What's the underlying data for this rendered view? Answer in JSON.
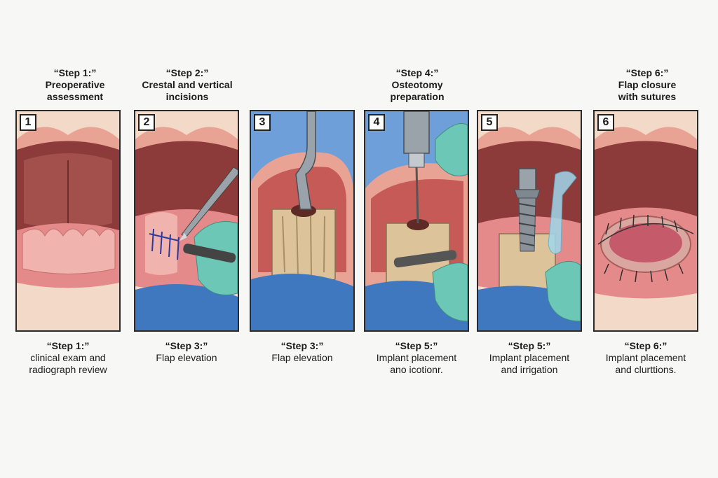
{
  "top_captions": [
    {
      "panel": 1,
      "title": "“Step 1:”",
      "lines": [
        "Preoperative",
        "assessment"
      ]
    },
    {
      "panel": 2,
      "title": "“Step 2:”",
      "lines": [
        "Crestal and vertical",
        "incisions"
      ]
    },
    {
      "panel": 4,
      "title": "“Step 4:”",
      "lines": [
        "Osteotomy",
        "preparation"
      ]
    },
    {
      "panel": 6,
      "title": "“Step 6:”",
      "lines": [
        "Flap closure",
        "with sutures"
      ]
    }
  ],
  "panels": [
    {
      "number": "1"
    },
    {
      "number": "2"
    },
    {
      "number": "3"
    },
    {
      "number": "4"
    },
    {
      "number": "5"
    },
    {
      "number": "6"
    }
  ],
  "bottom_captions": [
    {
      "title": "“Step 1:”",
      "lines": [
        "clinical exam and",
        "radiograph review"
      ]
    },
    {
      "title": "“Step 3:”",
      "lines": [
        "Flap elevation"
      ]
    },
    {
      "title": "“Step 3:”",
      "lines": [
        "Flap elevation"
      ]
    },
    {
      "title": "“Step 5:”",
      "lines": [
        "Implant placement",
        "ano icotionr."
      ]
    },
    {
      "title": "“Step 5:”",
      "lines": [
        "Implant placement",
        "and irrigation"
      ]
    },
    {
      "title": "“Step 6:”",
      "lines": [
        "Implant placement",
        "and clurttions."
      ]
    }
  ],
  "colors": {
    "skin": "#f3d9c8",
    "lip": "#e8a394",
    "mouth_dark": "#8c3b3a",
    "gum": "#e58a8a",
    "tooth": "#f6efe2",
    "bone": "#dcc39a",
    "drape": "#3f78bf",
    "glove": "#6cc7b6",
    "steel": "#9aa2aa",
    "sky": "#6f9fd8"
  }
}
